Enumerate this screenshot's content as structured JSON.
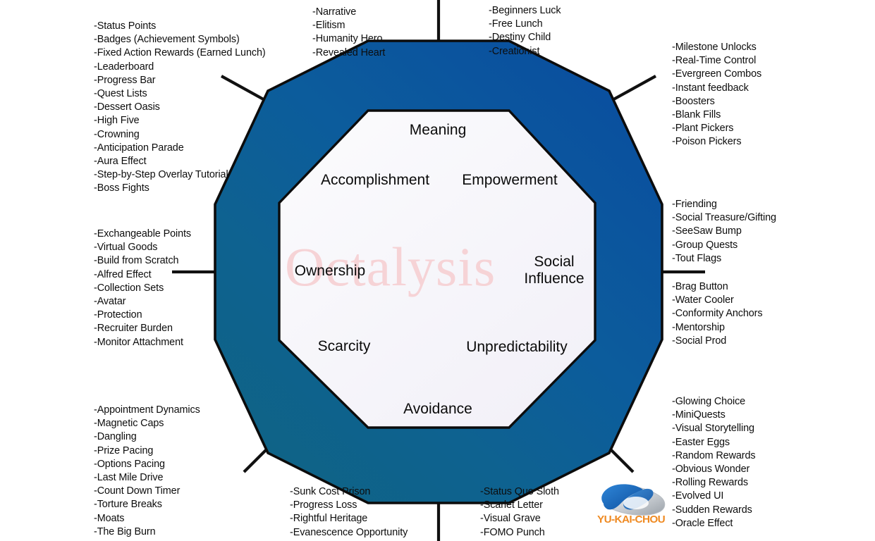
{
  "framework": {
    "title": "Octalysis",
    "watermark_text": "Octalysis",
    "watermark_color": "#f6d3d6",
    "outer_color_start": "#0c5fa0",
    "outer_color_end": "#0f6184",
    "inner_fill": "#f7f6fb"
  },
  "core_drives": {
    "meaning": "Meaning",
    "accomplishment": "Accomplishment",
    "empowerment": "Empowerment",
    "ownership": "Ownership",
    "social_influence": "Social\nInfluence",
    "social_influence_line1": "Social",
    "social_influence_line2": "Influence",
    "scarcity": "Scarcity",
    "unpredictability": "Unpredictability",
    "avoidance": "Avoidance"
  },
  "technique_lists": {
    "accomplishment": [
      "-Status Points",
      "-Badges (Achievement Symbols)",
      "-Fixed Action Rewards (Earned Lunch)",
      "-Leaderboard",
      "-Progress Bar",
      "-Quest Lists",
      "-Dessert Oasis",
      "-High Five",
      "-Crowning",
      "-Anticipation Parade",
      "-Aura Effect",
      "-Step-by-Step Overlay Tutorial",
      "-Boss Fights"
    ],
    "meaning": [
      "-Narrative",
      "-Elitism",
      "-Humanity Hero",
      "-Revealed Heart"
    ],
    "empowerment_top": [
      "-Beginners Luck",
      "-Free Lunch",
      "-Destiny Child",
      "-Creationist"
    ],
    "empowerment_right": [
      "-Milestone Unlocks",
      "-Real-Time Control",
      "-Evergreen Combos",
      "-Instant feedback",
      "-Boosters",
      "-Blank Fills",
      "-Plant Pickers",
      "-Poison Pickers"
    ],
    "social_upper": [
      "-Friending",
      "-Social Treasure/Gifting",
      "-SeeSaw Bump",
      "-Group Quests",
      "-Tout Flags"
    ],
    "social_lower": [
      "-Brag Button",
      "-Water Cooler",
      "-Conformity Anchors",
      "-Mentorship",
      "-Social Prod"
    ],
    "unpredictability": [
      "-Glowing Choice",
      "-MiniQuests",
      "-Visual Storytelling",
      "-Easter Eggs",
      "-Random Rewards",
      "-Obvious Wonder",
      "-Rolling Rewards",
      "-Evolved UI",
      "-Sudden Rewards",
      "-Oracle Effect"
    ],
    "avoidance_right": [
      "-Status Quo Sloth",
      "-Scarlet Letter",
      "-Visual Grave",
      "-FOMO Punch"
    ],
    "avoidance_left": [
      "-Sunk Cost Prison",
      "-Progress Loss",
      "-Rightful Heritage",
      "-Evanescence Opportunity"
    ],
    "scarcity": [
      "-Appointment Dynamics",
      "-Magnetic Caps",
      "-Dangling",
      "-Prize Pacing",
      "-Options Pacing",
      "-Last Mile Drive",
      "-Count Down Timer",
      "-Torture Breaks",
      "-Moats",
      "-The Big Burn"
    ],
    "ownership": [
      "-Exchangeable Points",
      "-Virtual Goods",
      "-Build from Scratch",
      "-Alfred Effect",
      "-Collection Sets",
      "-Avatar",
      "-Protection",
      "-Recruiter Burden",
      "-Monitor Attachment"
    ]
  },
  "branding": {
    "logo_wordmark": "YU-KAI-CHOU",
    "logo_word_color": "#ef8a22",
    "logo_mark_blue": "#1464b4",
    "logo_mark_silver": "#c9cdd2"
  }
}
